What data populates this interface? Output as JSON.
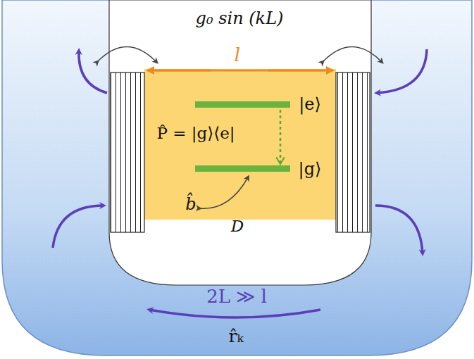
{
  "diagram": {
    "labels": [
      "g₀ sin (kL)",
      "l",
      "|e⟩",
      "P̂ = |g⟩⟨e|",
      "|g⟩",
      "b̂",
      "D",
      "2L ≫ l",
      "r̂ₖ"
    ]
  }
}
